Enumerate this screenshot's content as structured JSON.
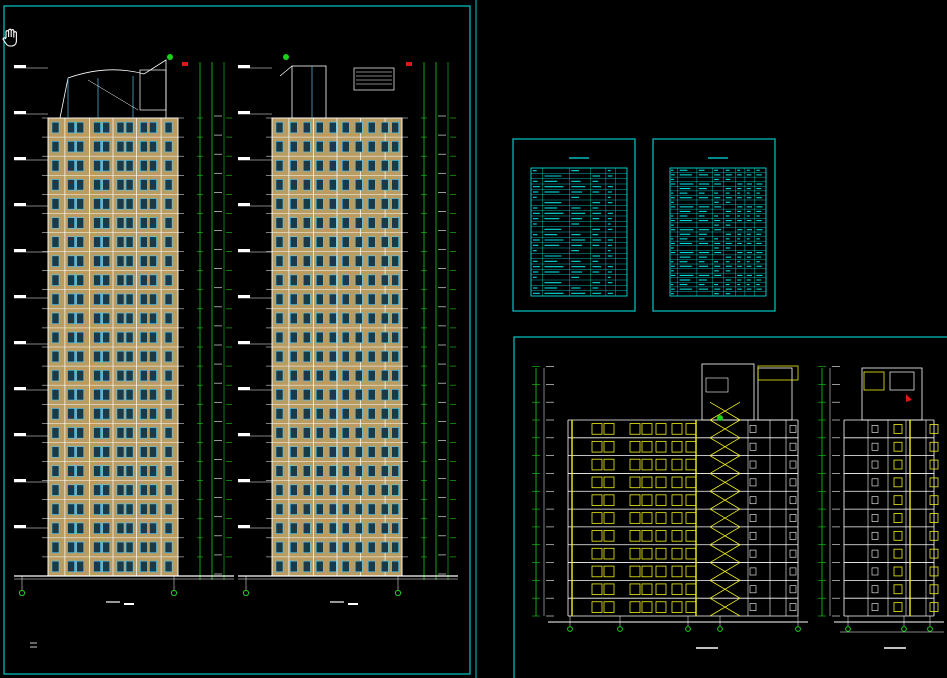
{
  "app": {
    "view": "cad-model-space",
    "cursor_icon": "pan-hand-icon"
  },
  "colors": {
    "background": "#000000",
    "frame": "#00c8c8",
    "facade_fill": "#b89c62",
    "window": "#59c3e8",
    "floor_line": "#ffffff",
    "dim_green": "#19d219",
    "section_yellow": "#f2f21a",
    "table_cyan": "#00dcdc",
    "accent_red": "#e01515",
    "magenta": "#c030c0"
  },
  "drawings": [
    {
      "id": "elevation-1",
      "kind": "elevation",
      "floors": 24
    },
    {
      "id": "elevation-2",
      "kind": "elevation",
      "floors": 24
    },
    {
      "id": "table-1",
      "kind": "schedule-table",
      "rows": 24
    },
    {
      "id": "table-2",
      "kind": "schedule-table",
      "rows": 28
    },
    {
      "id": "section-1",
      "kind": "section",
      "floors": 11
    },
    {
      "id": "section-2",
      "kind": "section",
      "floors": 11
    }
  ]
}
